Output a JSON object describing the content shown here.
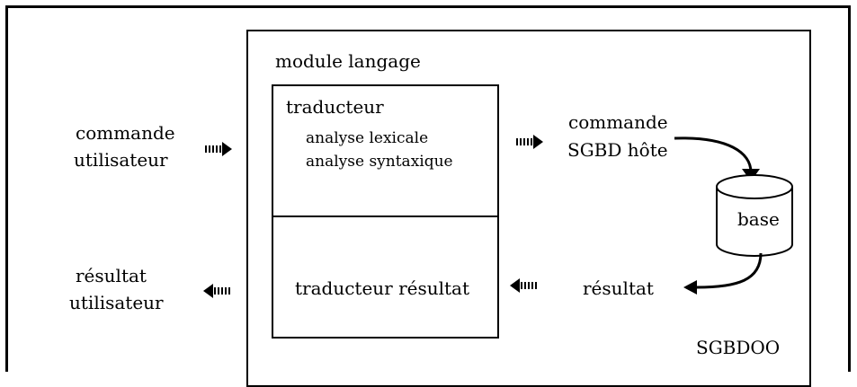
{
  "labels": {
    "module_langage": "module langage",
    "traducteur": "traducteur",
    "analyse_lexicale": "analyse lexicale",
    "analyse_syntaxique": "analyse syntaxique",
    "traducteur_resultat": "traducteur résultat",
    "commande_line1": "commande",
    "commande_line2": "utilisateur",
    "commande_hote_line1": "commande",
    "commande_hote_line2": "SGBD hôte",
    "base": "base",
    "resultat": "résultat",
    "resultat_util_line1": "résultat",
    "resultat_util_line2": "utilisateur",
    "sgbdoo": "SGBDOO"
  },
  "arrows": {
    "style": "hatched-block-arrow",
    "commande_in": "right",
    "commande_out": "right",
    "resultat_back": "left",
    "resultat_out": "left"
  },
  "icons": {
    "database": "database-cylinder-icon"
  },
  "colors": {
    "line": "#000000",
    "background": "#ffffff"
  }
}
